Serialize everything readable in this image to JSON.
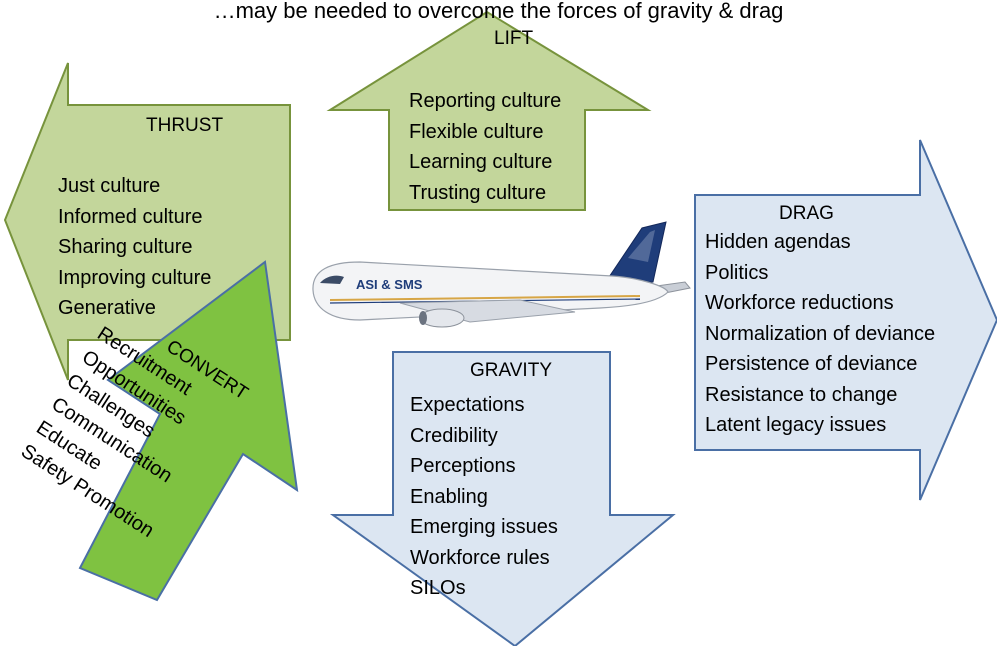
{
  "caption_fragment": "…may be needed to overcome the forces of gravity & drag",
  "colors": {
    "green_fill": "#c3d69b",
    "green_stroke": "#77933c",
    "bright_green_fill": "#7fc241",
    "blue_fill": "#dce6f2",
    "blue_stroke": "#4a6fa5"
  },
  "lift": {
    "title": "LIFT",
    "items": [
      "Reporting culture",
      "Flexible culture",
      "Learning culture",
      "Trusting culture"
    ]
  },
  "thrust": {
    "title": "THRUST",
    "items": [
      "Just culture",
      "Informed culture",
      "Sharing culture",
      "Improving culture",
      "Generative"
    ]
  },
  "drag": {
    "title": "DRAG",
    "items": [
      "Hidden agendas",
      "Politics",
      "Workforce reductions",
      "Normalization of deviance",
      "Persistence of deviance",
      "Resistance to change",
      "Latent legacy issues"
    ]
  },
  "gravity": {
    "title": "GRAVITY",
    "items": [
      "Expectations",
      "Credibility",
      "Perceptions",
      "Enabling",
      "Emerging issues",
      "Workforce rules",
      "SILOs"
    ]
  },
  "convert": {
    "title": "CONVERT",
    "items": [
      "Recruitment",
      "Opportunities",
      "Challenges",
      "Communication",
      "Educate",
      "Safety Promotion"
    ]
  },
  "airplane": {
    "fuselage_text": "ASI & SMS"
  }
}
